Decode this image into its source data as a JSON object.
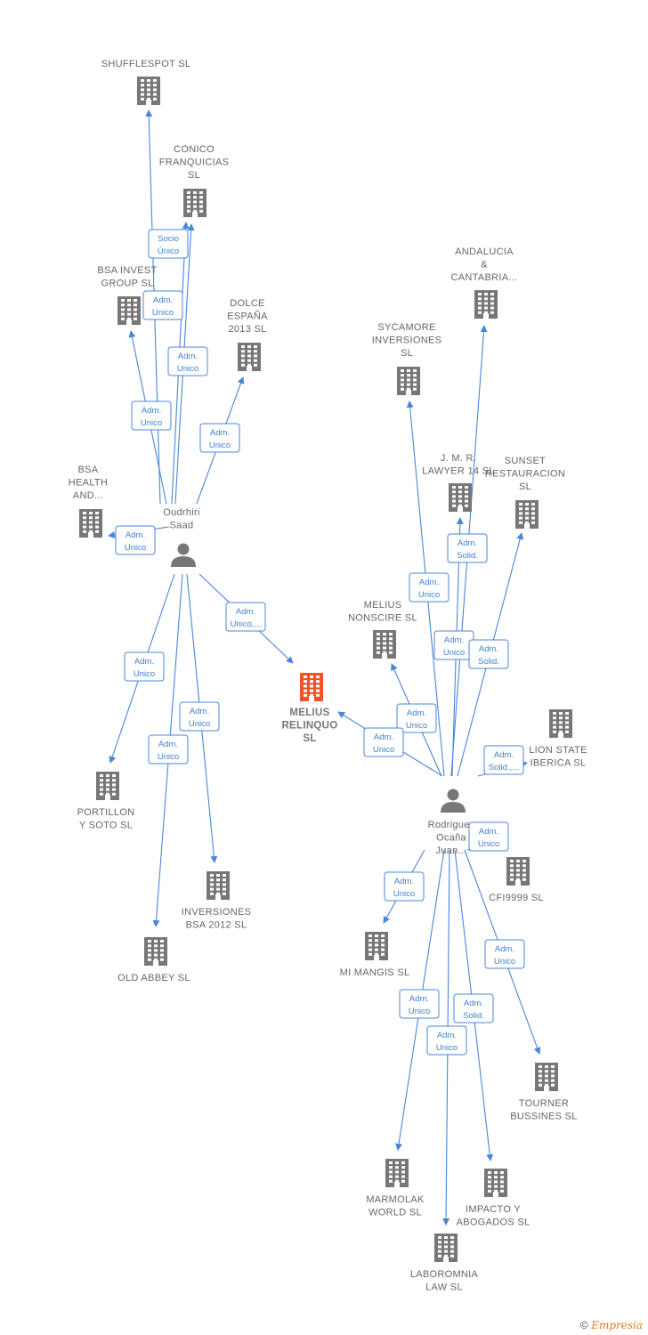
{
  "colors": {
    "edge": "#4a86d8",
    "building": "#777777",
    "building_center": "#f0522a",
    "person": "#777777"
  },
  "nodes": [
    {
      "id": "oudrhiri",
      "kind": "person",
      "label": [
        "Oudrhiri",
        "Saad"
      ]
    },
    {
      "id": "rodriguez",
      "kind": "person",
      "label": [
        "Rodriguez",
        "Ocaña",
        "Juan..."
      ]
    },
    {
      "id": "melius_relinquo",
      "kind": "company",
      "center": true,
      "label": [
        "MELIUS",
        "RELINQUO",
        "SL"
      ]
    },
    {
      "id": "shufflespot",
      "kind": "company",
      "label": [
        "SHUFFLESPOT SL"
      ]
    },
    {
      "id": "conico",
      "kind": "company",
      "label": [
        "CONICO",
        "FRANQUICIAS",
        "SL"
      ]
    },
    {
      "id": "bsa_invest",
      "kind": "company",
      "label": [
        "BSA INVEST",
        "GROUP  SL"
      ]
    },
    {
      "id": "dolce",
      "kind": "company",
      "label": [
        "DOLCE",
        "ESPAÑA",
        "2013  SL"
      ]
    },
    {
      "id": "bsa_health",
      "kind": "company",
      "label": [
        "BSA",
        "HEALTH",
        "AND..."
      ]
    },
    {
      "id": "portillon",
      "kind": "company",
      "label": [
        "PORTILLON",
        "Y SOTO SL"
      ]
    },
    {
      "id": "inversiones_bsa",
      "kind": "company",
      "label": [
        "INVERSIONES",
        "BSA 2012  SL"
      ]
    },
    {
      "id": "old_abbey",
      "kind": "company",
      "label": [
        "OLD ABBEY SL"
      ]
    },
    {
      "id": "andalucia",
      "kind": "company",
      "label": [
        "ANDALUCIA",
        "&",
        "CANTABRIA..."
      ]
    },
    {
      "id": "sycamore",
      "kind": "company",
      "label": [
        "SYCAMORE",
        "INVERSIONES",
        "SL"
      ]
    },
    {
      "id": "jmr",
      "kind": "company",
      "label": [
        "J.  M.  R.",
        "LAWYER 14 SL"
      ]
    },
    {
      "id": "sunset",
      "kind": "company",
      "label": [
        "SUNSET",
        "RESTAURACION",
        "SL"
      ]
    },
    {
      "id": "melius_nonscire",
      "kind": "company",
      "label": [
        "MELIUS",
        "NONSCIRE  SL"
      ]
    },
    {
      "id": "lion_state",
      "kind": "company",
      "label": [
        "LION STATE",
        "IBERICA  SL"
      ]
    },
    {
      "id": "cfi9999",
      "kind": "company",
      "label": [
        "CFI9999  SL"
      ]
    },
    {
      "id": "mi_mangis",
      "kind": "company",
      "label": [
        "MI MANGIS SL"
      ]
    },
    {
      "id": "tourner",
      "kind": "company",
      "label": [
        "TOURNER",
        "BUSSINES  SL"
      ]
    },
    {
      "id": "marmolak",
      "kind": "company",
      "label": [
        "MARMOLAK",
        "WORLD  SL"
      ]
    },
    {
      "id": "impacto",
      "kind": "company",
      "label": [
        "IMPACTO Y",
        "ABOGADOS SL"
      ]
    },
    {
      "id": "laboromnia",
      "kind": "company",
      "label": [
        "LABOROMNIA",
        "LAW  SL"
      ]
    }
  ],
  "edges": [
    {
      "from": "oudrhiri",
      "to": "shufflespot",
      "label": [
        "Socio",
        "Único"
      ]
    },
    {
      "from": "oudrhiri",
      "to": "conico",
      "label": [
        "Adm.",
        "Unico"
      ]
    },
    {
      "from": "oudrhiri",
      "to": "conico",
      "label": [
        "Adm.",
        "Unico"
      ]
    },
    {
      "from": "oudrhiri",
      "to": "bsa_invest",
      "label": [
        "Adm.",
        "Unico"
      ]
    },
    {
      "from": "oudrhiri",
      "to": "dolce",
      "label": [
        "Adm.",
        "Unico"
      ]
    },
    {
      "from": "oudrhiri",
      "to": "bsa_health",
      "label": [
        "Adm.",
        "Unico"
      ]
    },
    {
      "from": "oudrhiri",
      "to": "melius_relinquo",
      "label": [
        "Adm.",
        "Unico,..."
      ]
    },
    {
      "from": "oudrhiri",
      "to": "portillon",
      "label": [
        "Adm.",
        "Unico"
      ]
    },
    {
      "from": "oudrhiri",
      "to": "inversiones_bsa",
      "label": [
        "Adm.",
        "Unico"
      ]
    },
    {
      "from": "oudrhiri",
      "to": "old_abbey",
      "label": [
        "Adm.",
        "Unico"
      ]
    },
    {
      "from": "rodriguez",
      "to": "andalucia",
      "label": [
        "Adm.",
        "Unico"
      ]
    },
    {
      "from": "rodriguez",
      "to": "sycamore",
      "label": [
        "Adm.",
        "Unico"
      ]
    },
    {
      "from": "rodriguez",
      "to": "jmr",
      "label": [
        "Adm.",
        "Solid."
      ]
    },
    {
      "from": "rodriguez",
      "to": "sunset",
      "label": [
        "Adm.",
        "Solid."
      ]
    },
    {
      "from": "rodriguez",
      "to": "melius_nonscire",
      "label": [
        "Adm.",
        "Unico"
      ]
    },
    {
      "from": "rodriguez",
      "to": "melius_relinquo",
      "label": [
        "Adm.",
        "Unico"
      ]
    },
    {
      "from": "rodriguez",
      "to": "lion_state",
      "label": [
        "Adm.",
        "Solid.,..."
      ]
    },
    {
      "from": "rodriguez",
      "to": "cfi9999",
      "label": [
        "Adm.",
        "Unico"
      ]
    },
    {
      "from": "rodriguez",
      "to": "mi_mangis",
      "label": [
        "Adm.",
        "Unico"
      ]
    },
    {
      "from": "rodriguez",
      "to": "tourner",
      "label": [
        "Adm.",
        "Unico"
      ]
    },
    {
      "from": "rodriguez",
      "to": "marmolak",
      "label": [
        "Adm.",
        "Unico"
      ]
    },
    {
      "from": "rodriguez",
      "to": "impacto",
      "label": [
        "Adm.",
        "Solid."
      ]
    },
    {
      "from": "rodriguez",
      "to": "laboromnia",
      "label": [
        "Adm.",
        "Unico"
      ]
    }
  ],
  "footer": {
    "copyright": "©",
    "brand": "Empresia"
  }
}
